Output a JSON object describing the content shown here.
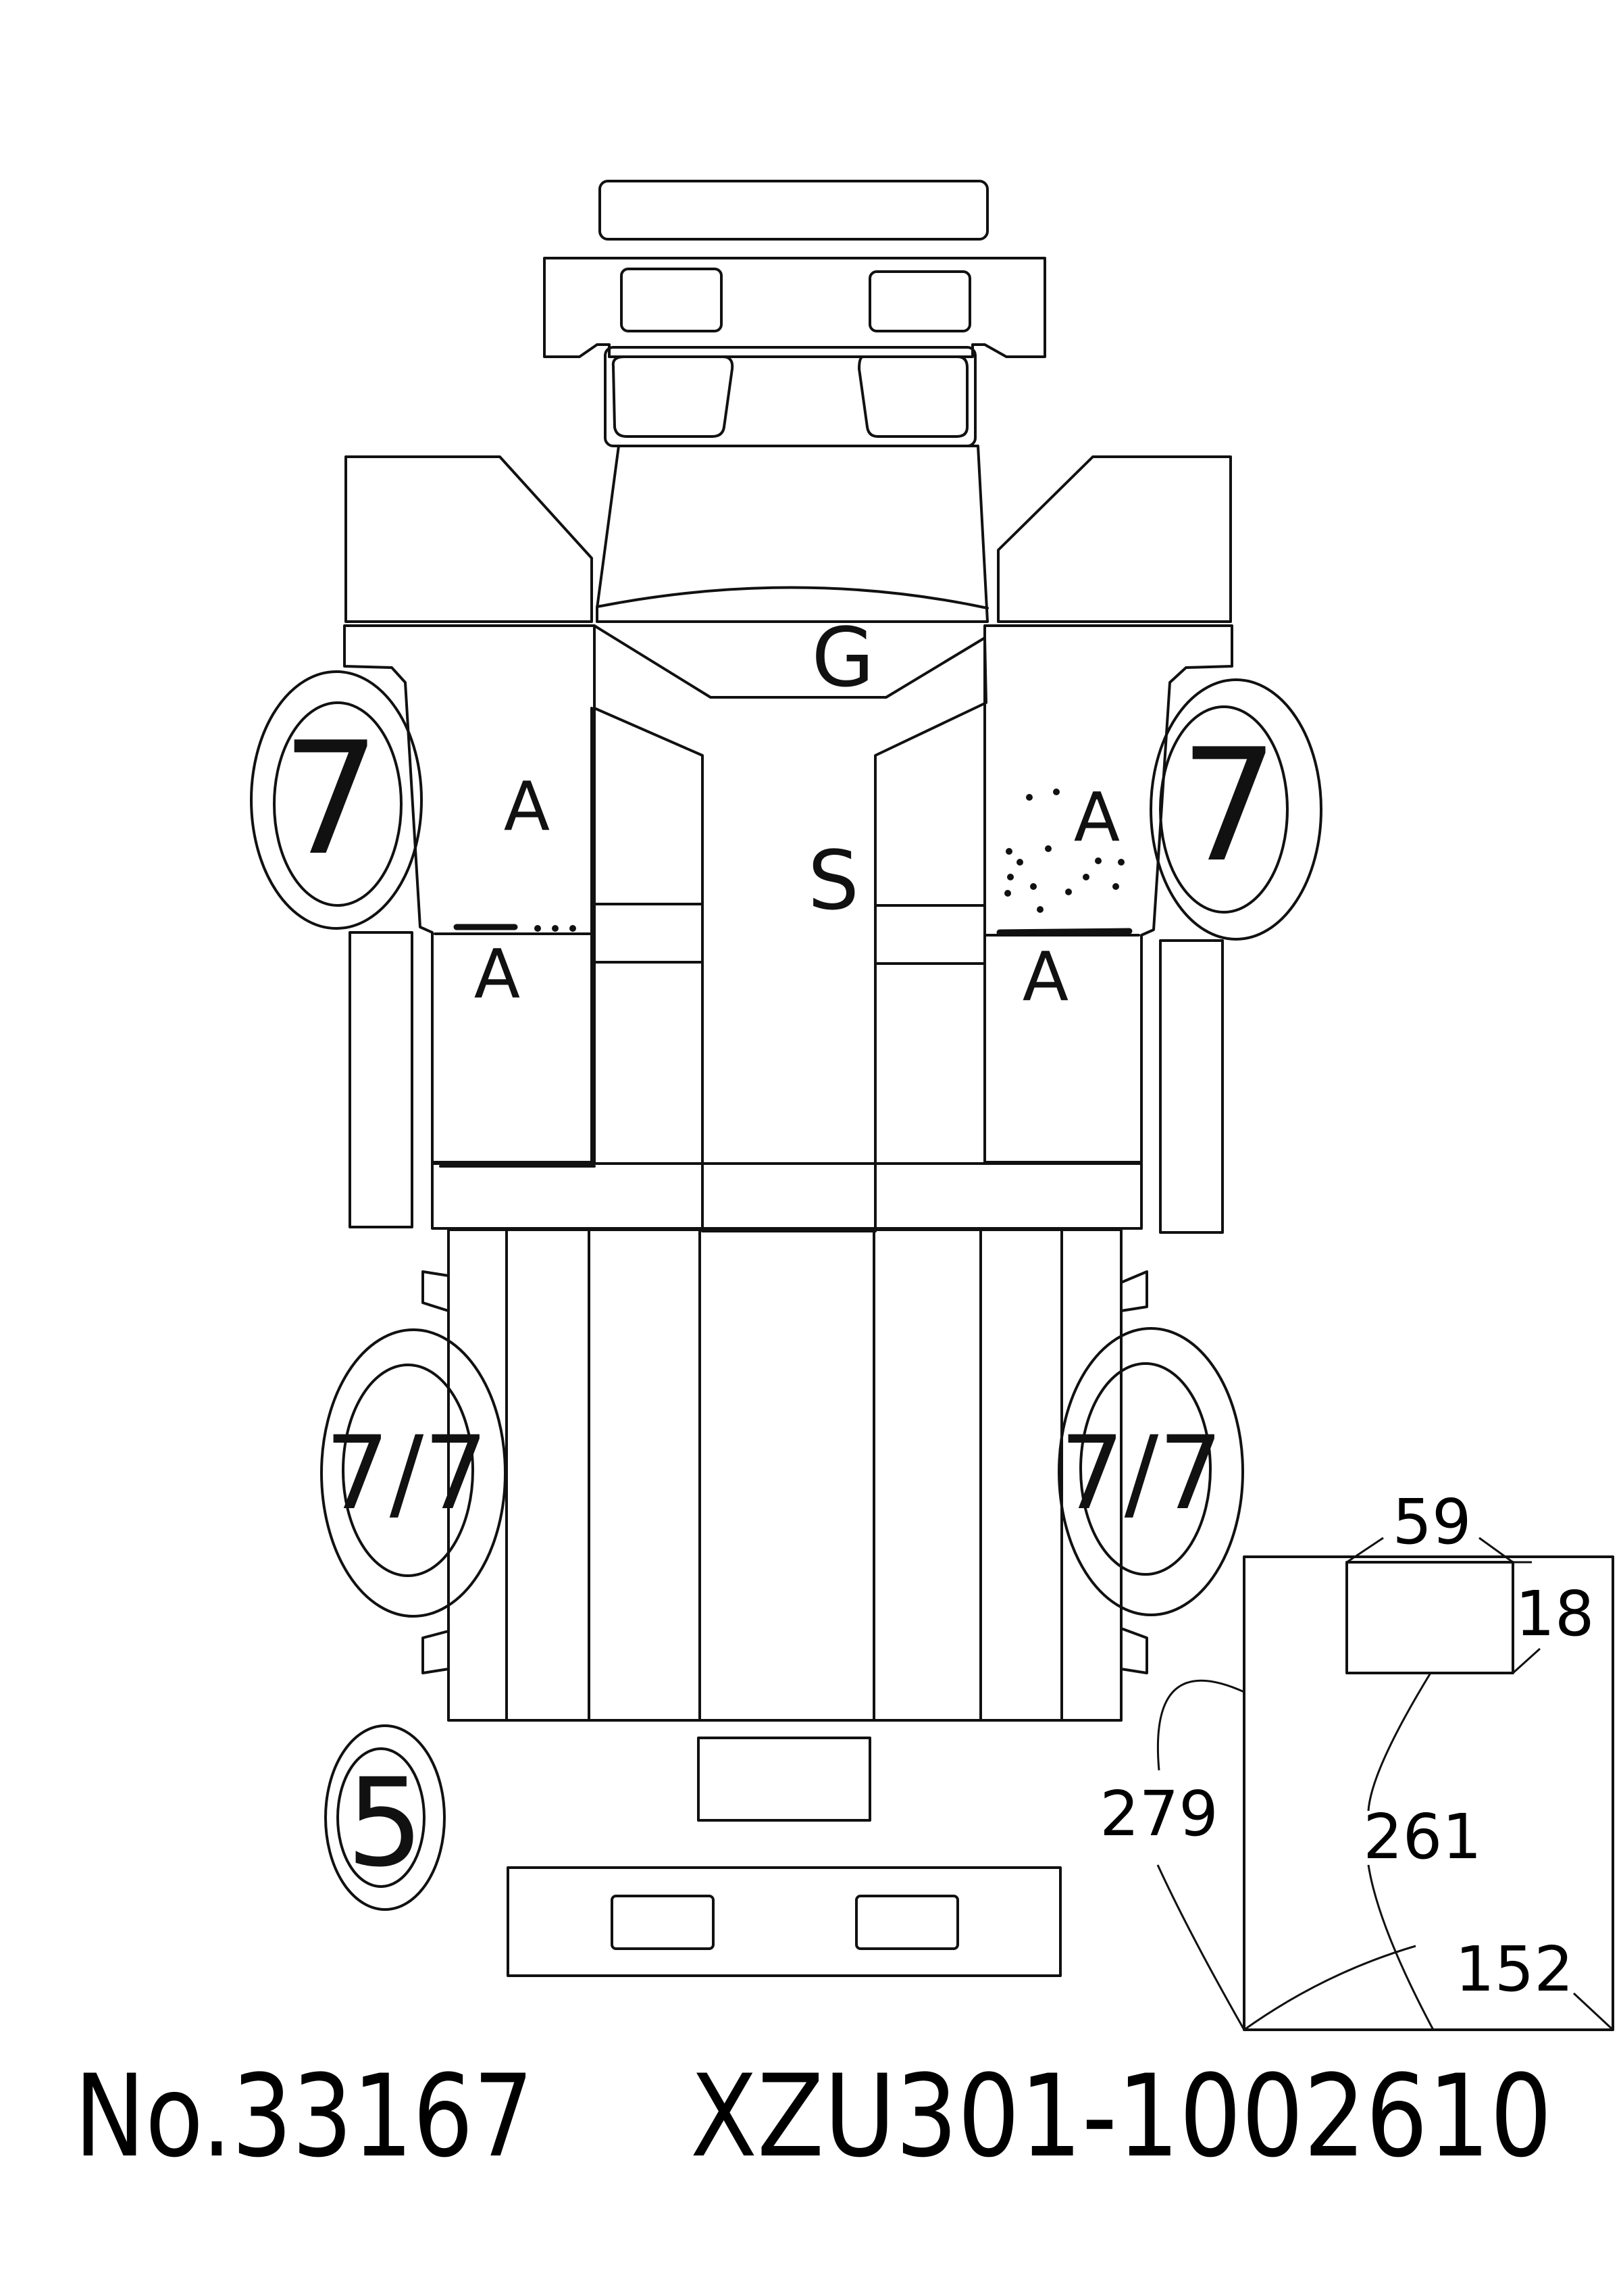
{
  "panels": {
    "hood": "G",
    "roof": "S",
    "front_left_upper": "A",
    "front_left_lower": "A",
    "front_right_upper": "A",
    "front_right_lower": "A"
  },
  "tires": {
    "front_left": "7",
    "front_right": "7",
    "rear_left": "7/7",
    "rear_right": "7/7",
    "spare": "5"
  },
  "cargo_box": {
    "top": "59",
    "side": "18",
    "left": "279",
    "inner": "261",
    "bottom": "152"
  },
  "footer": {
    "number": "No.33167",
    "chassis": "XZU301-1002610"
  }
}
